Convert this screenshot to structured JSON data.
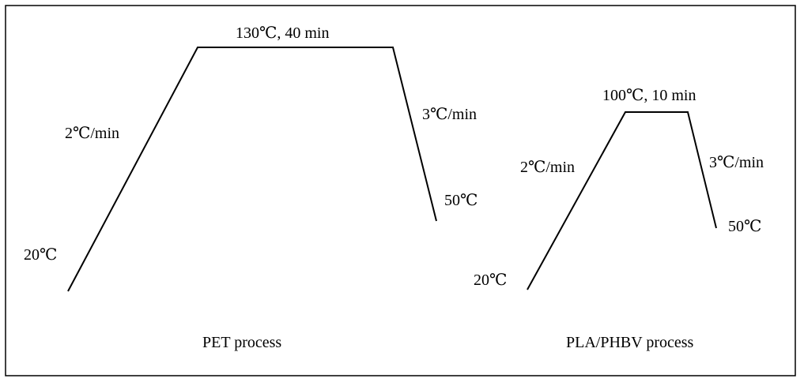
{
  "colors": {
    "line": "#000000",
    "background": "#ffffff"
  },
  "pet": {
    "caption": "PET process",
    "start_temp": "20℃",
    "heating_rate": "2℃/min",
    "hold": "130℃, 40 min",
    "cooling_rate": "3℃/min",
    "end_temp": "50℃"
  },
  "pla_phbv": {
    "caption": "PLA/PHBV process",
    "start_temp": "20℃",
    "heating_rate": "2℃/min",
    "hold": "100℃, 10 min",
    "cooling_rate": "3℃/min",
    "end_temp": "50℃"
  }
}
